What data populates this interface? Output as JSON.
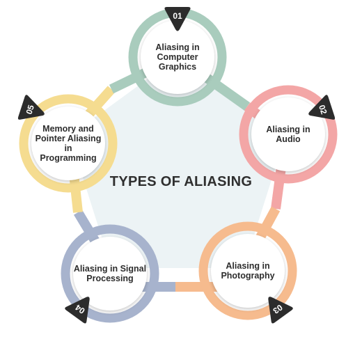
{
  "title": "TYPES OF ALIASING",
  "colors": {
    "pentagon_fill": "#ecf3f5",
    "badge": "#2c2c2c",
    "ring_01": "#a9ccbd",
    "ring_02": "#f3a6a6",
    "ring_03": "#f6bb8e",
    "ring_04": "#a7b3cd",
    "ring_05": "#f5dc90"
  },
  "items": [
    {
      "number": "01",
      "label": "Aliasing in\nComputer\nGraphics",
      "color": "#a9ccbd"
    },
    {
      "number": "02",
      "label": "Aliasing in\nAudio",
      "color": "#f3a6a6"
    },
    {
      "number": "03",
      "label": "Aliasing in\nPhotography",
      "color": "#f6bb8e"
    },
    {
      "number": "04",
      "label": "Aliasing in Signal\nProcessing",
      "color": "#a7b3cd"
    },
    {
      "number": "05",
      "label": "Memory and\nPointer Aliasing in\nProgramming",
      "color": "#f5dc90"
    }
  ]
}
